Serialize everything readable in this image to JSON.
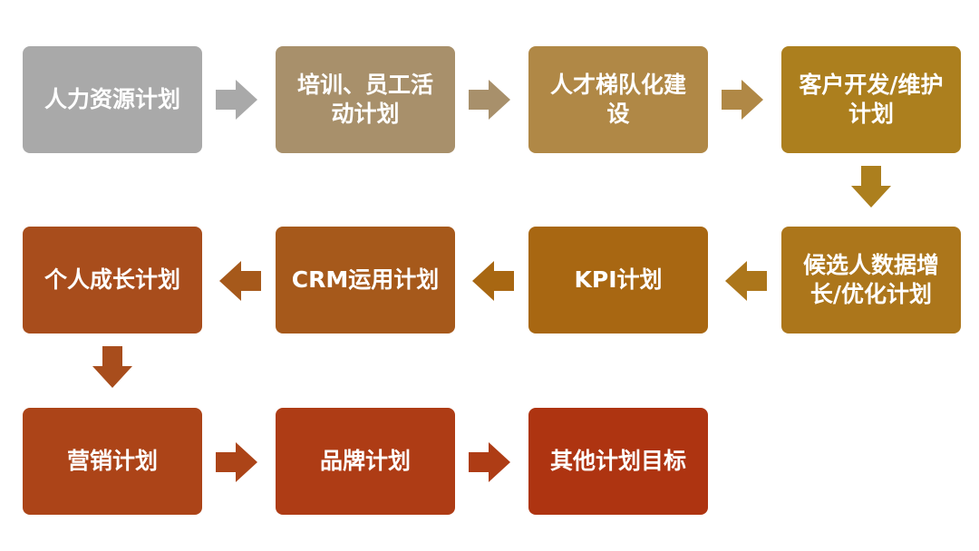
{
  "steps": [
    {
      "id": "hr-plan",
      "label": "人力资源计划",
      "color": "#a9a9a9"
    },
    {
      "id": "training-plan",
      "label": "培训、员工活动计划",
      "color": "#a8906b"
    },
    {
      "id": "talent-plan",
      "label": "人才梯队化建设",
      "color": "#b08846"
    },
    {
      "id": "client-plan",
      "label": "客户开发/维护计划",
      "color": "#ac7f1e"
    },
    {
      "id": "candidate-plan",
      "label": "候选人数据增长/优化计划",
      "color": "#ac761b"
    },
    {
      "id": "kpi-plan",
      "label": "KPI计划",
      "color": "#a86712"
    },
    {
      "id": "crm-plan",
      "label": "CRM运用计划",
      "color": "#a6591b"
    },
    {
      "id": "growth-plan",
      "label": "个人成长计划",
      "color": "#a84d1c"
    },
    {
      "id": "marketing-plan",
      "label": "营销计划",
      "color": "#ac4418"
    },
    {
      "id": "brand-plan",
      "label": "品牌计划",
      "color": "#ae3c15"
    },
    {
      "id": "other-plan",
      "label": "其他计划目标",
      "color": "#ae3411"
    }
  ],
  "arrows": [
    {
      "id": "hr-to-training",
      "dir": "right",
      "color": "#a9a9a9"
    },
    {
      "id": "training-to-talent",
      "dir": "right",
      "color": "#a8906b"
    },
    {
      "id": "talent-to-client",
      "dir": "right",
      "color": "#b08846"
    },
    {
      "id": "client-to-candidate",
      "dir": "down",
      "color": "#ac7f1e"
    },
    {
      "id": "candidate-to-kpi",
      "dir": "left",
      "color": "#ac761b"
    },
    {
      "id": "kpi-to-crm",
      "dir": "left",
      "color": "#a86712"
    },
    {
      "id": "crm-to-growth",
      "dir": "left",
      "color": "#a6591b"
    },
    {
      "id": "growth-to-marketing",
      "dir": "down",
      "color": "#a84d1c"
    },
    {
      "id": "marketing-to-brand",
      "dir": "right",
      "color": "#ac4418"
    },
    {
      "id": "brand-to-other",
      "dir": "right",
      "color": "#ae3c15"
    }
  ]
}
